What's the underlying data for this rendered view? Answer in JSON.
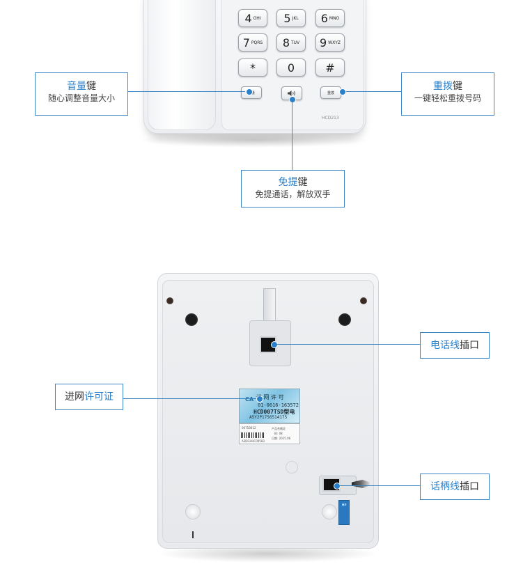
{
  "phone_top": {
    "keys": [
      {
        "digit": "4",
        "letters": "GHI"
      },
      {
        "digit": "5",
        "letters": "JKL"
      },
      {
        "digit": "6",
        "letters": "MNO"
      },
      {
        "digit": "7",
        "letters": "PQRS"
      },
      {
        "digit": "8",
        "letters": "TUV"
      },
      {
        "digit": "9",
        "letters": "WXYZ"
      },
      {
        "digit": "*",
        "letters": ""
      },
      {
        "digit": "0",
        "letters": ""
      },
      {
        "digit": "#",
        "letters": ""
      }
    ],
    "volume_key_label": "音量",
    "speaker_icon": "speaker-icon",
    "redial_key_label": "重拨",
    "model": "HCD213"
  },
  "callouts": {
    "volume": {
      "title_highlight": "音量",
      "title_rest": "键",
      "desc": "随心调整音量大小"
    },
    "redial": {
      "title_highlight": "重拨",
      "title_rest": "键",
      "desc": "一键轻松重拨号码"
    },
    "handsfree": {
      "title_highlight": "免提",
      "title_rest": "键",
      "desc": "免提通话，解放双手"
    },
    "phone_line": {
      "title_highlight": "电话线",
      "title_rest": "插口"
    },
    "license": {
      "title_plain": "进网",
      "title_highlight": "许可证"
    },
    "handset_line": {
      "title_highlight": "话柄线",
      "title_rest": "插口"
    }
  },
  "back_labels": {
    "license_logo": "CA",
    "license_title": "进 网 许 可",
    "license_line1": "01-0616-163572",
    "license_line2": "HCD007TSD型电",
    "license_line3": "A5Y2P1756514175",
    "barcode_top": "0071B612",
    "barcode_right_1": "产品合格证",
    "barcode_right_2": "检: 08",
    "barcode_right_3": "日期: 2015.06",
    "barcode_bottom": "A3DGUHC00583",
    "side_sticker_text": "HP"
  },
  "colors": {
    "accent": "#2a7fc9",
    "border": "#3b84c6"
  }
}
